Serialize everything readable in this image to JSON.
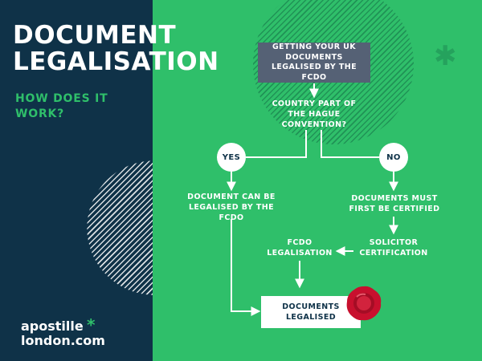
{
  "title_lines": [
    "DOCUMENT",
    "LEGALISATION"
  ],
  "subtitle_lines": [
    "HOW DOES IT",
    "WORK?"
  ],
  "logo_lines": [
    "apostille",
    "london.com"
  ],
  "logo_star": "*",
  "flow": {
    "start_lines": [
      "GETTING YOUR UK",
      "DOCUMENTS",
      "LEGALISED BY THE",
      "FCDO"
    ],
    "question_lines": [
      "COUNTRY PART OF",
      "THE HAGUE",
      "CONVENTION?"
    ],
    "yes_label": "YES",
    "no_label": "NO",
    "yes_result_lines": [
      "DOCUMENT CAN BE",
      "LEGALISED BY THE",
      "FCDO"
    ],
    "no_result_lines": [
      "DOCUMENTS MUST",
      "FIRST BE CERTIFIED"
    ],
    "solicitor_lines": [
      "SOLICITOR",
      "CERTIFICATION"
    ],
    "fcdo_lines": [
      "FCDO",
      "LEGALISATION"
    ],
    "final_lines": [
      "DOCUMENTS",
      "LEGALISED"
    ]
  },
  "colors": {
    "navy": "#0f3248",
    "green": "#2fbf6a",
    "slate_box": "#556175",
    "seal_red": "#c8102e",
    "white": "#ffffff"
  },
  "icons": [
    "wax-seal-icon",
    "asterisk-icon",
    "arrow-icon"
  ]
}
